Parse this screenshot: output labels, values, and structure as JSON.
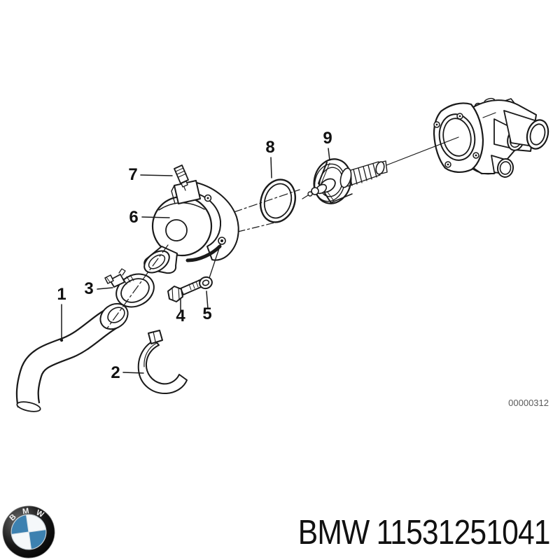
{
  "background": "#ffffff",
  "diagram": {
    "labels": [
      "1",
      "2",
      "3",
      "4",
      "5",
      "6",
      "7",
      "8",
      "9"
    ],
    "code": "00000312",
    "line_color": "#1a1a1a",
    "code_color": "#5a5a5a"
  },
  "footer": {
    "brand": "BMW",
    "part_number": "11531251041",
    "logo_letters": [
      "B",
      "M",
      "W"
    ],
    "logo_blue": "#3d81b0",
    "text_color": "#111111"
  }
}
